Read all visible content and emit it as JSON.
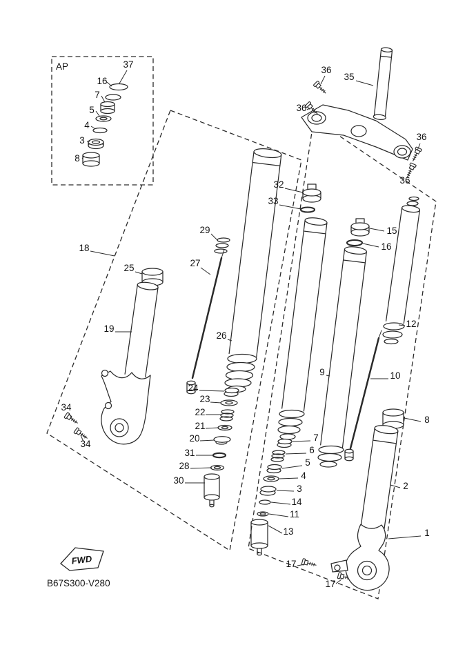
{
  "diagram": {
    "code": "B67S300-V280",
    "inset_label": "AP",
    "fwd_label": "FWD",
    "colors": {
      "ink": "#2a2a2a",
      "background": "#ffffff"
    }
  },
  "callouts": {
    "c37": "37",
    "c16a": "16",
    "c7a": "7",
    "c5a": "5",
    "c4a": "4",
    "c3a": "3",
    "c8a": "8",
    "c36a": "36",
    "c35": "35",
    "c36b": "36",
    "c36c": "36",
    "c36d": "36",
    "c32": "32",
    "c33": "33",
    "c29": "29",
    "c15": "15",
    "c16b": "16",
    "c18": "18",
    "c25": "25",
    "c27": "27",
    "c12": "12",
    "c19": "19",
    "c26": "26",
    "c9": "9",
    "c10": "10",
    "c8b": "8",
    "c24": "24",
    "c23": "23",
    "c22": "22",
    "c21": "21",
    "c20": "20",
    "c7b": "7",
    "c6": "6",
    "c31": "31",
    "c5b": "5",
    "c28": "28",
    "c4b": "4",
    "c30": "30",
    "c3b": "3",
    "c14": "14",
    "c2": "2",
    "c11": "11",
    "c13": "13",
    "c34a": "34",
    "c34b": "34",
    "c17a": "17",
    "c17b": "17",
    "c1": "1"
  }
}
